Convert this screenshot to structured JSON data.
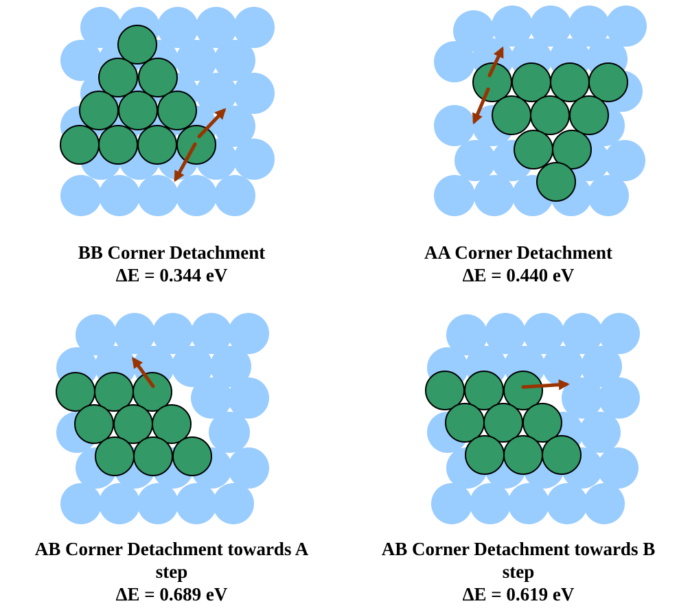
{
  "colors": {
    "substrate_atom": "#99CCFF",
    "cluster_atom": "#339966",
    "atom_outline": "#000000",
    "arrow": "#993300",
    "background": "#FFFFFF"
  },
  "panels": [
    {
      "id": "bb-corner",
      "title_lines": [
        "BB Corner Detachment"
      ],
      "energy": "ΔE = 0.344 eV"
    },
    {
      "id": "aa-corner",
      "title_lines": [
        "AA Corner Detachment"
      ],
      "energy": "ΔE = 0.440 eV"
    },
    {
      "id": "ab-corner-a",
      "title_lines": [
        "AB Corner Detachment towards A",
        "step"
      ],
      "energy": "ΔE = 0.689 eV"
    },
    {
      "id": "ab-corner-b",
      "title_lines": [
        "AB Corner Detachment towards B",
        "step"
      ],
      "energy": "ΔE = 0.619 eV"
    }
  ]
}
